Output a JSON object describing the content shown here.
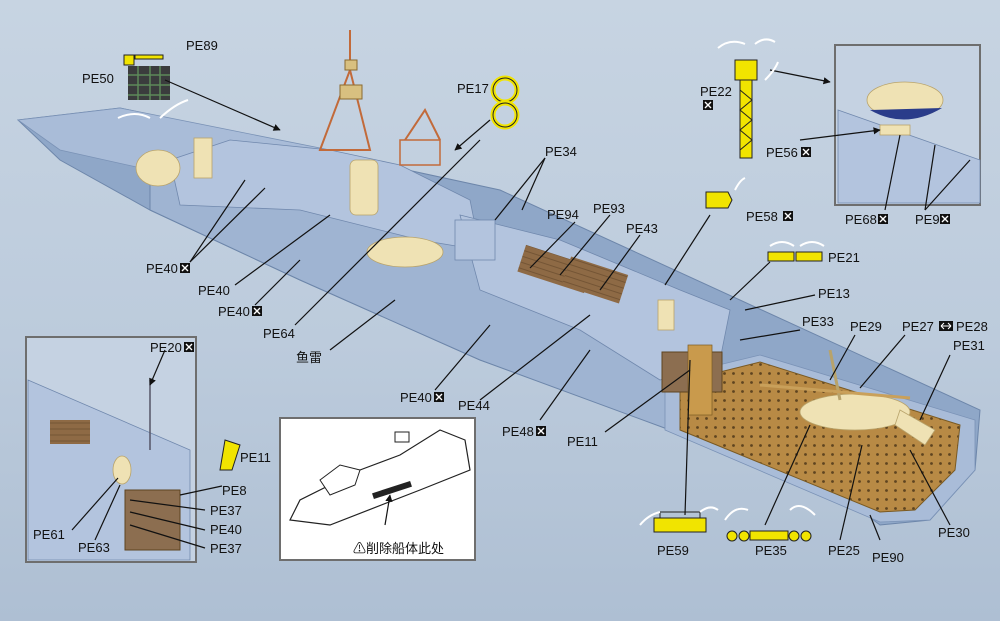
{
  "labels": {
    "PE89": "PE89",
    "PE50": "PE50",
    "PE17": "PE17",
    "PE22": "PE22",
    "PE34": "PE34",
    "PE94": "PE94",
    "PE93": "PE93",
    "PE43": "PE43",
    "PE58": "PE58",
    "PE21": "PE21",
    "PE13": "PE13",
    "PE33": "PE33",
    "PE29": "PE29",
    "PE27": "PE27",
    "PE28": "PE28",
    "PE31": "PE31",
    "PE56": "PE56",
    "PE68": "PE68",
    "PE9": "PE9",
    "PE40a": "PE40",
    "PE40b": "PE40",
    "PE40c": "PE40",
    "PE40d": "PE40",
    "PE64": "PE64",
    "yulei": "鱼雷",
    "PE44": "PE44",
    "PE48": "PE48",
    "PE11a": "PE11",
    "PE20": "PE20",
    "PE11b": "PE11",
    "PE8": "PE8",
    "PE61": "PE61",
    "PE63": "PE63",
    "PE37a": "PE37",
    "PE40e": "PE40",
    "PE37b": "PE37",
    "PE59": "PE59",
    "PE35": "PE35",
    "PE25": "PE25",
    "PE90": "PE90",
    "PE30": "PE30",
    "note": "⚠削除船体此处"
  },
  "colors": {
    "background": "#c2d0df",
    "hull": "#8fa7c8",
    "resin": "#efe2b4",
    "photo_etch": "#c99a4c",
    "highlight": "#f1e400",
    "label": "#111111"
  },
  "icons": {
    "fold_badge": "square-x-icon",
    "swap_badge": "double-arrow-icon",
    "warning": "warning-triangle-icon",
    "bend_arrow": "curved-arrow-icon"
  }
}
